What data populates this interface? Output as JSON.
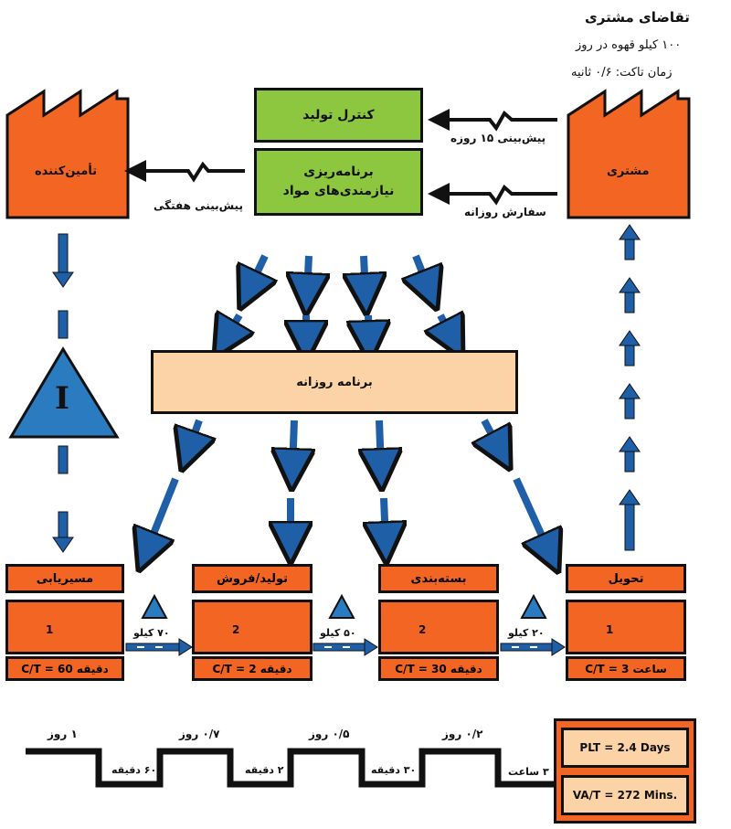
{
  "customer_info": {
    "title": "تقاضای مشتری",
    "line1": "۱۰۰ کیلو قهوه در روز",
    "line2": "زمان تاکت: ۰/۶ ثانیه"
  },
  "nodes": {
    "supplier": "تأمین‌کننده",
    "customer": "مشتری",
    "production_control": "کنترل تولید",
    "mrp": "برنامه‌ریزی نیازمندی‌های مواد",
    "daily_schedule": "برنامه روزانه"
  },
  "flows": {
    "weekly_forecast": "پیش‌بینی هفتگی",
    "forecast_15": "پیش‌بینی ۱۵ روزه",
    "daily_order": "سفارش روزانه"
  },
  "inventory_symbol": "I",
  "processes": [
    {
      "name": "مسیریابی",
      "operators": "1",
      "ct": "C/T = 60 دقیقه"
    },
    {
      "name": "تولید/فروش",
      "operators": "2",
      "ct": "C/T = 2 دقیقه"
    },
    {
      "name": "بسته‌بندی",
      "operators": "2",
      "ct": "C/T = 30 دقیقه"
    },
    {
      "name": "تحویل",
      "operators": "1",
      "ct": "C/T = 3 ساعت"
    }
  ],
  "push_inventory": [
    "۷۰ کیلو",
    "۵۰ کیلو",
    "۲۰ کیلو"
  ],
  "timeline": {
    "wait": [
      "۱ روز",
      "۰/۷ روز",
      "۰/۵ روز",
      "۰/۲ روز"
    ],
    "process": [
      "۶۰ دقیقه",
      "۲ دقیقه",
      "۳۰ دقیقه",
      "۳ ساعت"
    ],
    "plt": "PLT = 2.4 Days",
    "vat": "VA/T = 272 Mins."
  },
  "colors": {
    "green": "#8dc63f",
    "orange": "#f26522",
    "peach": "#fbd3a6",
    "blue": "#1f5fa8",
    "triangle_blue": "#2a7bc0"
  }
}
